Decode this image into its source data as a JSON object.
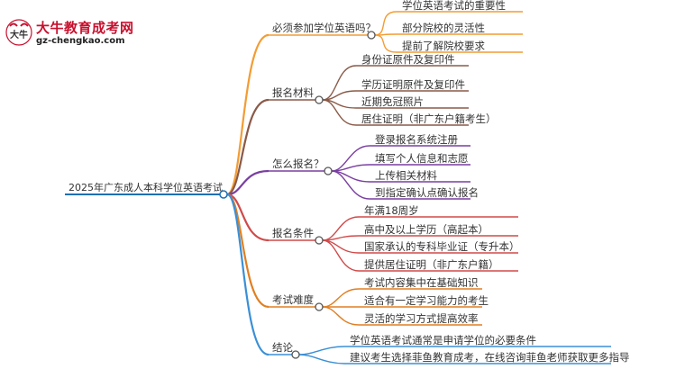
{
  "logo": {
    "name": "大牛教育成考网",
    "url": "gz-chengkao.com",
    "mark_text": "大牛"
  },
  "root": {
    "label": "2025年广东成人本科学位英语考试",
    "color": "#1f6fb2"
  },
  "branches": [
    {
      "label": "必须参加学位英语吗？",
      "color": "#f39c34",
      "children": [
        "学位英语考试的重要性",
        "部分院校的灵活性",
        "提前了解院校要求"
      ]
    },
    {
      "label": "报名材料",
      "color": "#8a5a48",
      "children": [
        "身份证原件及复印件",
        "学历证明原件及复印件",
        "近期免冠照片",
        "居住证明（非广东户籍考生）"
      ]
    },
    {
      "label": "怎么报名？",
      "color": "#7a3fa0",
      "children": [
        "登录报名系统注册",
        "填写个人信息和志愿",
        "上传相关材料",
        "到指定确认点确认报名"
      ]
    },
    {
      "label": "报名条件",
      "color": "#d04a4a",
      "children": [
        "年满18周岁",
        "高中及以上学历（高起本）",
        "国家承认的专科毕业证（专升本）",
        "提供居住证明（非广东户籍）"
      ]
    },
    {
      "label": "考试难度",
      "color": "#e07f22",
      "children": [
        "考试内容集中在基础知识",
        "适合有一定学习能力的考生",
        "灵活的学习方式提高效率"
      ]
    },
    {
      "label": "结论",
      "color": "#3a8fd6",
      "children": [
        "学位英语考试通常是申请学位的必要条件",
        "建议考生选择菲鱼教育成考，在线咨询菲鱼老师获取更多指导"
      ]
    }
  ]
}
